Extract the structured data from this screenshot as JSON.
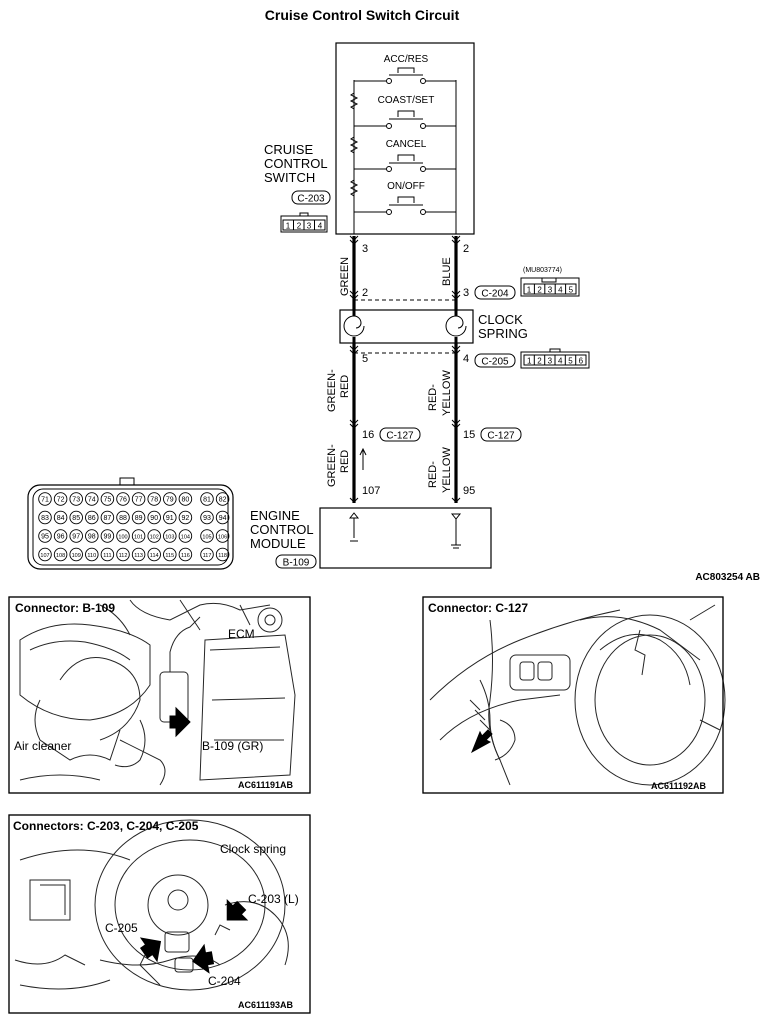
{
  "title": "Cruise Control Switch Circuit",
  "switch": {
    "label_lines": [
      "CRUISE",
      "CONTROL",
      "SWITCH"
    ],
    "connector": "C-203",
    "pin_box": [
      "1",
      "2",
      "3",
      "4"
    ],
    "contacts": [
      "ACC/RES",
      "COAST/SET",
      "CANCEL",
      "ON/OFF"
    ]
  },
  "wires": {
    "left_color_upper": "GREEN",
    "right_color_upper": "BLUE",
    "left_color_mid": [
      "GREEN-",
      "RED"
    ],
    "right_color_mid": [
      "RED-",
      "YELLOW"
    ],
    "left_color_lower": [
      "GREEN-",
      "RED"
    ],
    "right_color_lower": [
      "RED-",
      "YELLOW"
    ]
  },
  "pins": {
    "sw_left": "3",
    "sw_right": "2",
    "c204_left": "2",
    "c204_right": "3",
    "c205_left": "5",
    "c205_right": "4",
    "c127_left": "16",
    "c127_right": "15",
    "ecm_left": "107",
    "ecm_right": "95"
  },
  "connectors": {
    "c204": "C-204",
    "c204_part": "(MU803774)",
    "c204_pins": [
      "1",
      "2",
      "3",
      "4",
      "5"
    ],
    "c205": "C-205",
    "c205_pins": [
      "1",
      "2",
      "3",
      "4",
      "5",
      "6"
    ],
    "c127_left": "C-127",
    "c127_right": "C-127"
  },
  "clock_spring": [
    "CLOCK",
    "SPRING"
  ],
  "ecm": {
    "label_lines": [
      "ENGINE",
      "CONTROL",
      "MODULE"
    ],
    "connector": "B-109",
    "grid_rows": [
      [
        "71",
        "72",
        "73",
        "74",
        "75",
        "76",
        "77",
        "78",
        "79",
        "80",
        "81",
        "82"
      ],
      [
        "83",
        "84",
        "85",
        "86",
        "87",
        "88",
        "89",
        "90",
        "91",
        "92",
        "93",
        "94"
      ],
      [
        "95",
        "96",
        "97",
        "98",
        "99",
        "100",
        "101",
        "102",
        "103",
        "104",
        "105",
        "106"
      ],
      [
        "107",
        "108",
        "109",
        "110",
        "111",
        "112",
        "113",
        "114",
        "115",
        "116",
        "117",
        "118"
      ]
    ]
  },
  "diagram_code": "AC803254 AB",
  "panels": {
    "b109": {
      "title": "Connector: B-109",
      "labels": [
        "ECM",
        "Air cleaner",
        "B-109 (GR)"
      ],
      "code": "AC611191AB"
    },
    "c127": {
      "title": "Connector: C-127",
      "code": "AC611192AB"
    },
    "c203": {
      "title": "Connectors: C-203, C-204, C-205",
      "labels": [
        "Clock spring",
        "C-203 (L)",
        "C-205",
        "C-204"
      ],
      "code": "AC611193AB"
    }
  },
  "colors": {
    "line": "#000000",
    "background": "#ffffff"
  }
}
